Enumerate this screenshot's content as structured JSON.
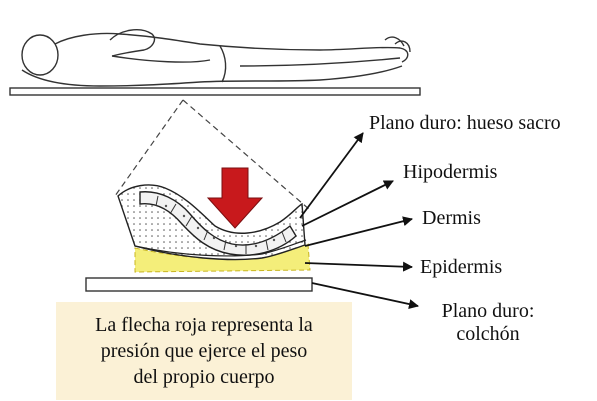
{
  "labels": {
    "plano_duro_sacro": "Plano duro: hueso sacro",
    "hipodermis": "Hipodermis",
    "dermis": "Dermis",
    "epidermis": "Epidermis",
    "plano_duro_colchon_line1": "Plano duro:",
    "plano_duro_colchon_line2": "colchón"
  },
  "caption": {
    "line1": "La flecha roja representa la",
    "line2": "presión que ejerce el peso",
    "line3": "del propio cuerpo"
  },
  "colors": {
    "pressure_arrow": "#c8191c",
    "epidermis_layer": "#f4ee7a",
    "caption_background": "#fbf1d6",
    "ink": "#222222"
  }
}
